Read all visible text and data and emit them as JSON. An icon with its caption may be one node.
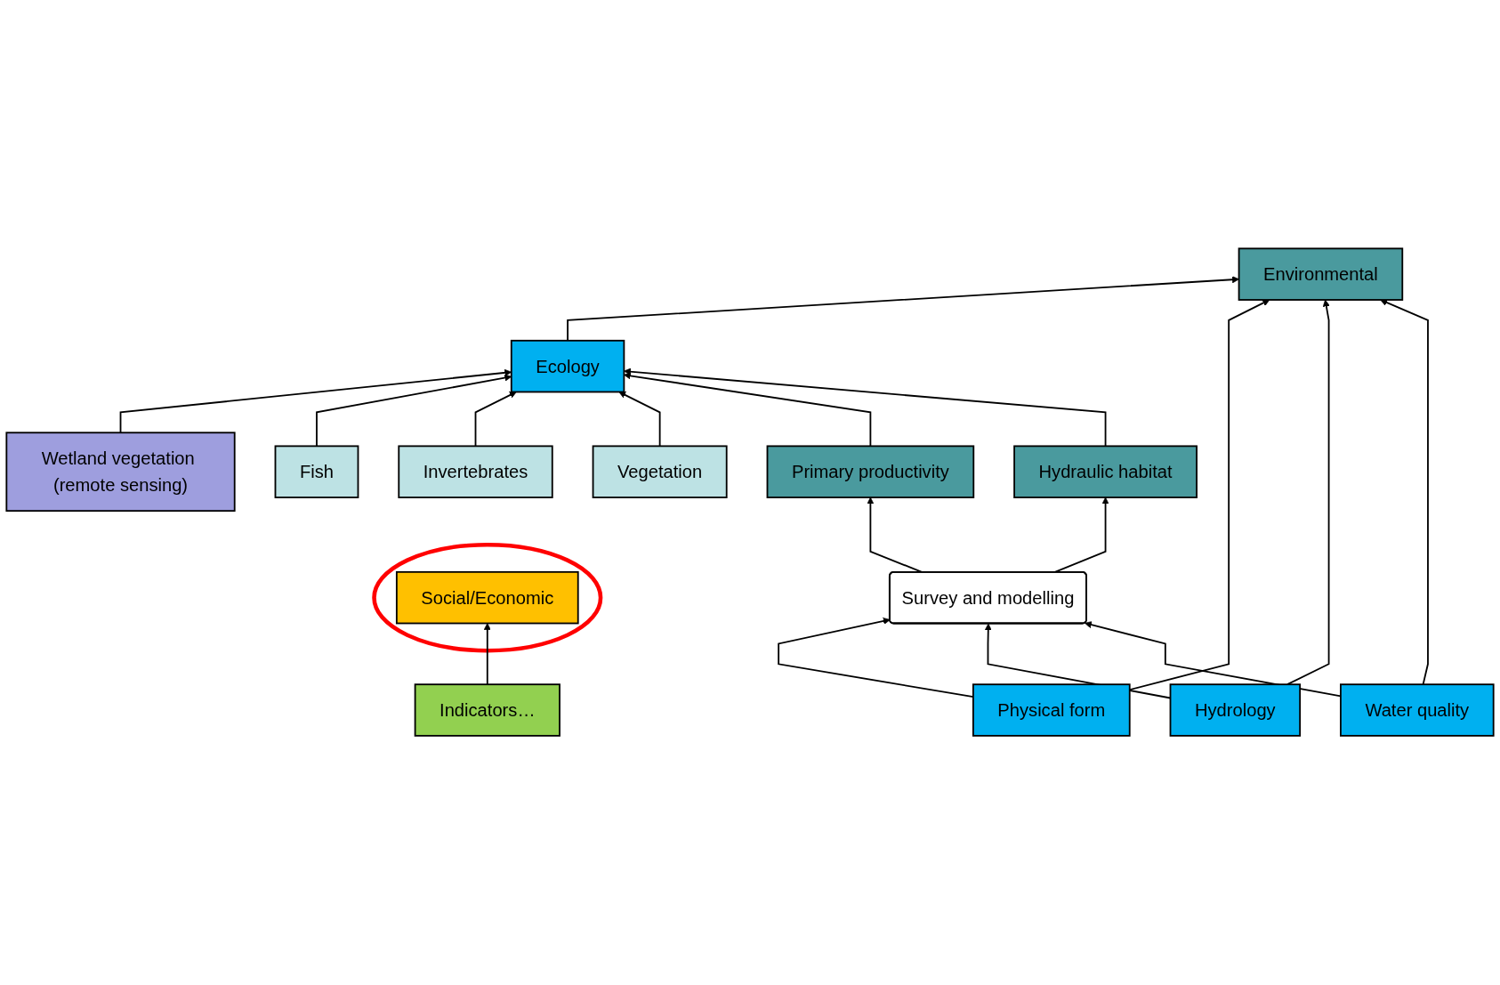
{
  "diagram": {
    "nodes": [
      {
        "text": [],
        "shape": "ellipse"
      },
      {
        "text": [
          "Social/Economic"
        ],
        "in": 0
      },
      {
        "text": [
          "Environmental"
        ]
      },
      {
        "text": [
          "Indicators…"
        ]
      },
      {
        "text": [
          "Ecology"
        ]
      },
      {
        "text": [
          "Physical form"
        ]
      },
      {
        "text": [
          "Hydrology"
        ]
      },
      {
        "text": [
          "Water quality"
        ]
      },
      {
        "text": [
          "Wetland vegetation (remote sensing)"
        ]
      },
      {
        "text": [
          "Fish"
        ]
      },
      {
        "text": [
          "Invertebrates"
        ]
      },
      {
        "text": [
          "Vegetation"
        ]
      },
      {
        "text": [
          "Primary productivity"
        ]
      },
      {
        "text": [
          "Hydraulic habitat"
        ]
      },
      {
        "text": [
          "Survey and modelling"
        ]
      }
    ],
    "edges": [
      {
        "from": 3,
        "to": 1,
        "arrow": "to"
      },
      {
        "from": 4,
        "to": 2,
        "arrow": "to"
      },
      {
        "from": 5,
        "to": 2,
        "arrow": "to"
      },
      {
        "from": 6,
        "to": 2,
        "arrow": "to"
      },
      {
        "from": 7,
        "to": 2,
        "arrow": "to"
      },
      {
        "from": 5,
        "to": 14,
        "arrow": "to"
      },
      {
        "from": 6,
        "to": 14,
        "arrow": "to"
      },
      {
        "from": 7,
        "to": 14,
        "arrow": "to"
      },
      {
        "from": 8,
        "to": 4,
        "arrow": "to"
      },
      {
        "from": 9,
        "to": 4,
        "arrow": "to"
      },
      {
        "from": 10,
        "to": 4,
        "arrow": "to"
      },
      {
        "from": 11,
        "to": 4,
        "arrow": "to"
      },
      {
        "from": 12,
        "to": 4,
        "arrow": "to"
      },
      {
        "from": 13,
        "to": 4,
        "arrow": "to"
      },
      {
        "from": 14,
        "to": 12,
        "arrow": "to"
      },
      {
        "from": 14,
        "to": 13,
        "arrow": "to"
      }
    ]
  }
}
